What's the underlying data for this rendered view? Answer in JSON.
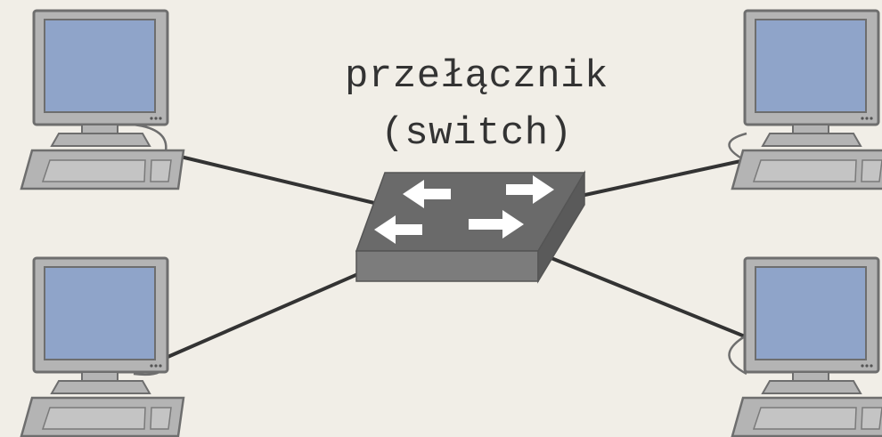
{
  "diagram": {
    "switch_label": {
      "line1": "przełącznik",
      "line2": "(switch)"
    },
    "nodes": [
      {
        "id": "computer-top-left",
        "icon": "computer-icon"
      },
      {
        "id": "computer-bottom-left",
        "icon": "computer-icon"
      },
      {
        "id": "computer-top-right",
        "icon": "computer-icon"
      },
      {
        "id": "computer-bottom-right",
        "icon": "computer-icon"
      },
      {
        "id": "switch",
        "icon": "network-switch-icon"
      }
    ],
    "connections": [
      [
        "computer-top-left",
        "switch"
      ],
      [
        "computer-bottom-left",
        "switch"
      ],
      [
        "computer-top-right",
        "switch"
      ],
      [
        "computer-bottom-right",
        "switch"
      ]
    ],
    "colors": {
      "background": "#f1eee7",
      "screen": "#8fa4c9",
      "computer_body": "#b4b4b4",
      "computer_outline": "#6e6e6e",
      "switch_top": "#6a6a6a",
      "switch_side": "#7c7c7c",
      "arrow": "#ffffff",
      "link": "#333333",
      "text": "#333333"
    }
  }
}
